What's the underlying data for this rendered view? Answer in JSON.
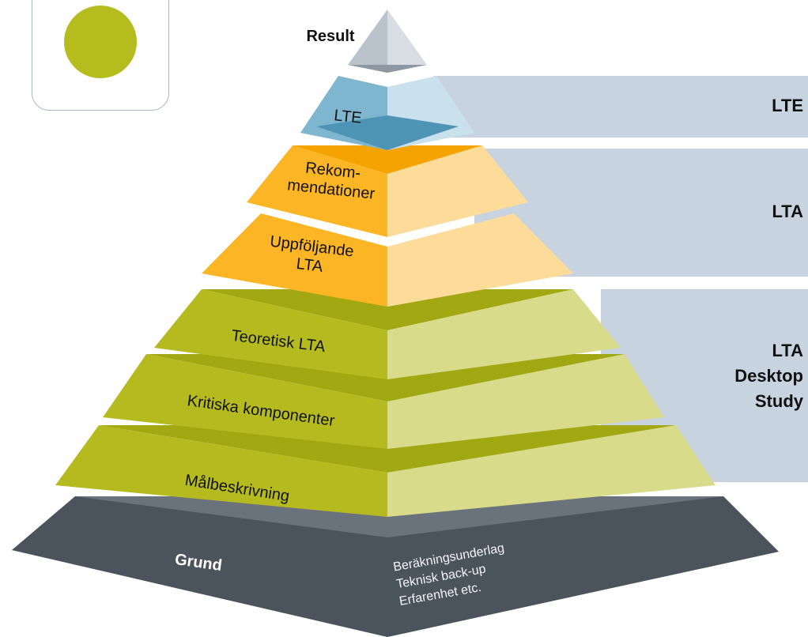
{
  "colors": {
    "logo_dot": "#b5bd1e",
    "band": "#c7d3de",
    "result": "#b9c3cc",
    "result_dark": "#8d98a3",
    "lte": "#7fb6cf",
    "lte_dark": "#4e94b4",
    "lte_light": "#c9e1ec",
    "orange": "#fbb525",
    "orange_dark": "#f4a300",
    "orange_light": "#fddc9a",
    "green": "#b5bb1f",
    "green_dark": "#a2a812",
    "green_light": "#d8db8a",
    "grund": "#4b545d",
    "grund_light": "#9aa4ad"
  },
  "logo": {
    "icon": "green-dot-logo"
  },
  "bands": {
    "lte": "LTE",
    "lta": "LTA",
    "desktop": [
      "LTA",
      "Desktop",
      "Study"
    ]
  },
  "layers": {
    "result": "Result",
    "lte": "LTE",
    "rekommendationer": [
      "Rekom-",
      "mendationer"
    ],
    "uppfoljande": [
      "Uppföljande",
      "LTA"
    ],
    "teoretisk": "Teoretisk LTA",
    "kritiska": "Kritiska komponenter",
    "malbeskrivning": "Målbeskrivning",
    "grund": "Grund",
    "grund_notes": [
      "Beräkningsunderlag",
      "Teknisk back-up",
      "Erfarenhet  etc."
    ]
  }
}
